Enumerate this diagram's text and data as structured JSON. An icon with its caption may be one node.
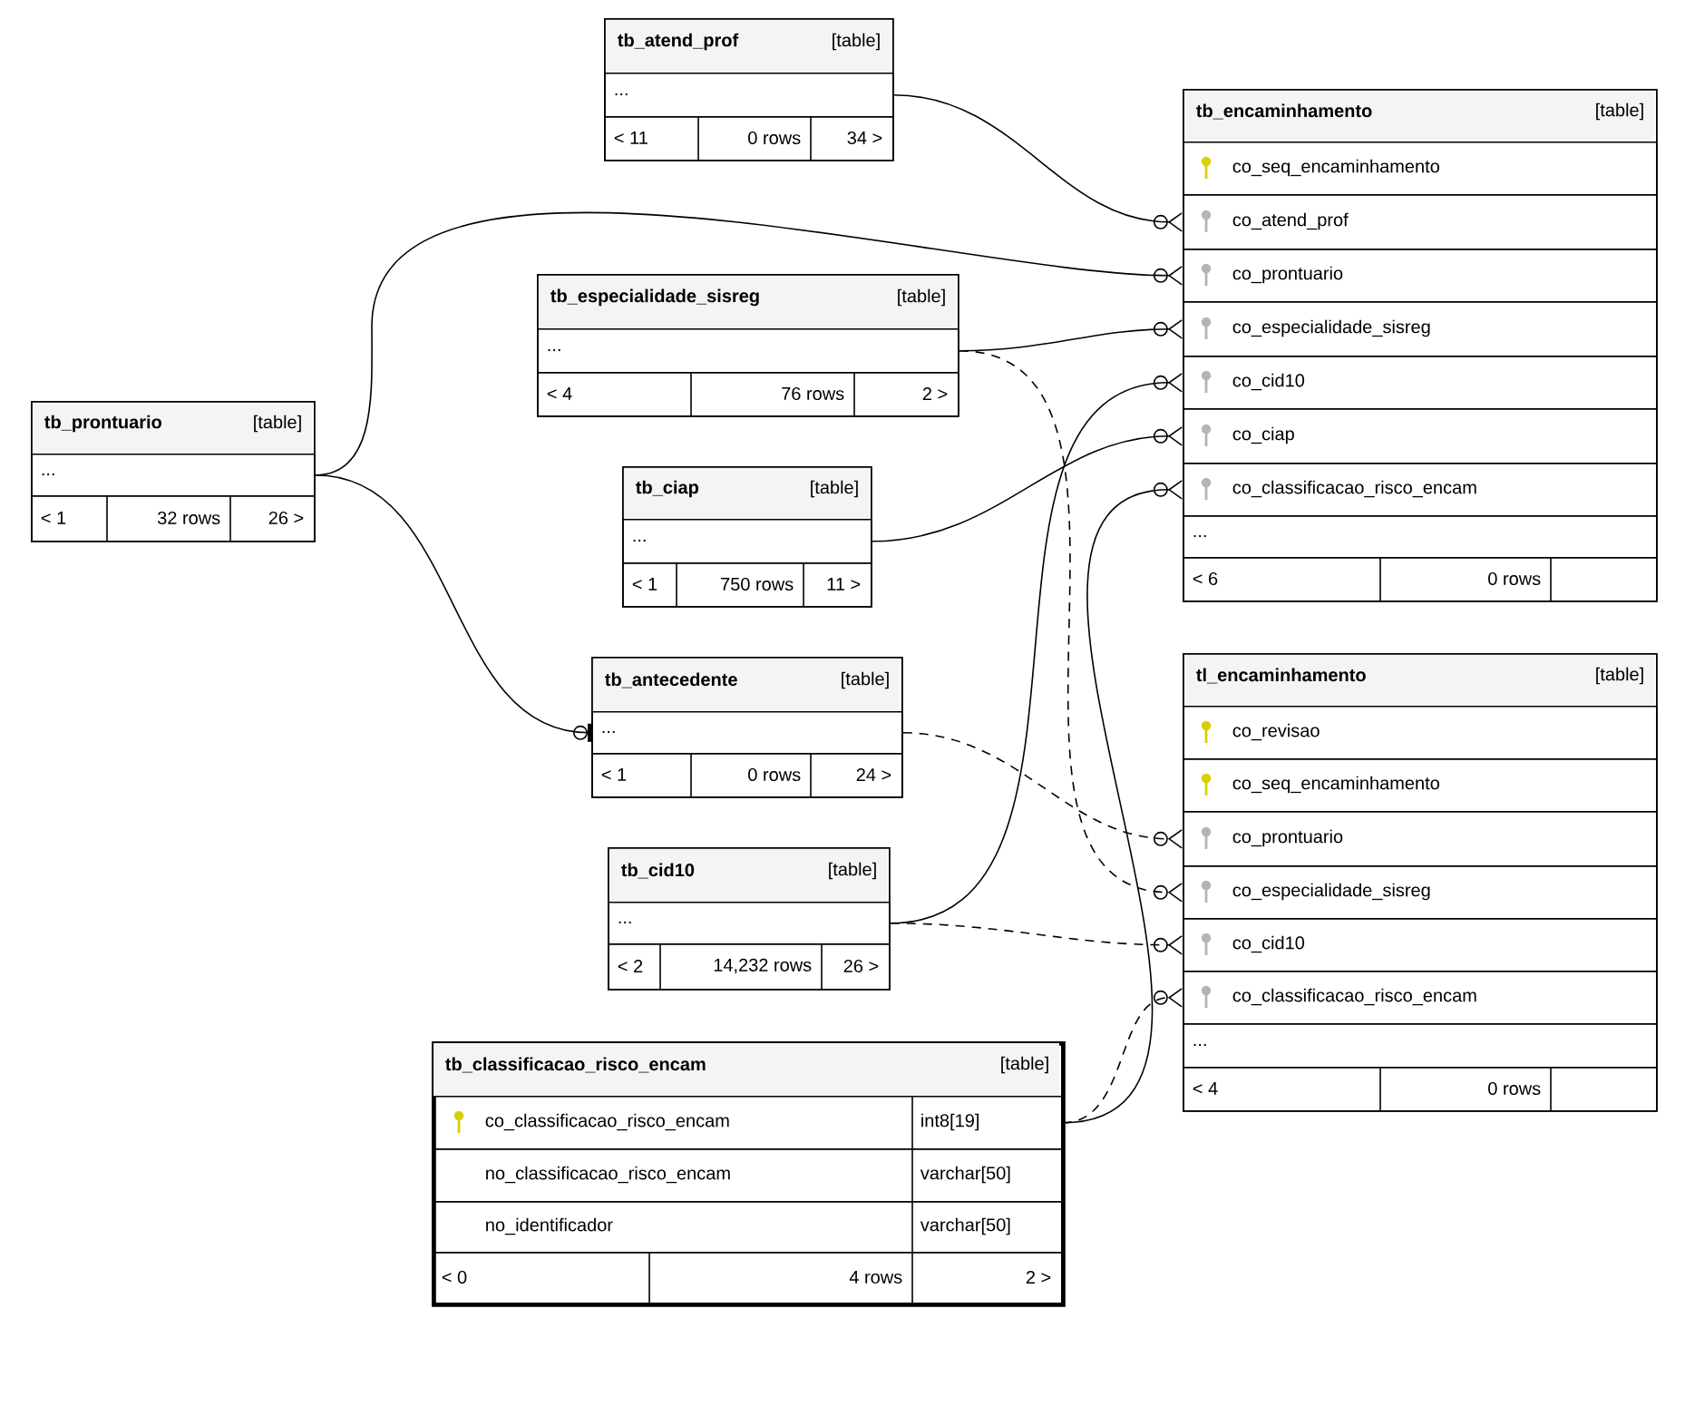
{
  "diagram": {
    "nodes": [
      {
        "text": [
          "tb_atend_prof",
          "[table]"
        ]
      },
      {
        "text": [
          "..."
        ],
        "in": 0
      },
      {
        "text": [
          "< 11",
          "0 rows",
          "34 >"
        ],
        "in": 0
      },
      {
        "text": [
          "tb_encaminhamento",
          "[table]"
        ]
      },
      {
        "text": [
          "co_seq_encaminhamento"
        ],
        "in": 3
      },
      {
        "text": [
          "co_atend_prof"
        ],
        "in": 3
      },
      {
        "text": [
          "co_prontuario"
        ],
        "in": 3
      },
      {
        "text": [
          "co_especialidade_sisreg"
        ],
        "in": 3
      },
      {
        "text": [
          "co_cid10"
        ],
        "in": 3
      },
      {
        "text": [
          "co_ciap"
        ],
        "in": 3
      },
      {
        "text": [
          "co_classificacao_risco_encam"
        ],
        "in": 3
      },
      {
        "text": [
          "..."
        ],
        "in": 3
      },
      {
        "text": [
          "< 6",
          "0 rows"
        ],
        "in": 3
      },
      {
        "text": [
          "tb_especialidade_sisreg",
          "[table]"
        ]
      },
      {
        "text": [
          "..."
        ],
        "in": 13
      },
      {
        "text": [
          "< 4",
          "76 rows",
          "2 >"
        ],
        "in": 13
      },
      {
        "text": [
          "tb_prontuario",
          "[table]"
        ]
      },
      {
        "text": [
          "..."
        ],
        "in": 16
      },
      {
        "text": [
          "< 1",
          "32 rows",
          "26 >"
        ],
        "in": 16
      },
      {
        "text": [
          "tb_ciap",
          "[table]"
        ]
      },
      {
        "text": [
          "..."
        ],
        "in": 19
      },
      {
        "text": [
          "< 1",
          "750 rows",
          "11 >"
        ],
        "in": 19
      },
      {
        "text": [
          "tb_antecedente",
          "[table]"
        ]
      },
      {
        "text": [
          "..."
        ],
        "in": 22
      },
      {
        "text": [
          "< 1",
          "0 rows",
          "24 >"
        ],
        "in": 22
      },
      {
        "text": [
          "tl_encaminhamento",
          "[table]"
        ]
      },
      {
        "text": [
          "co_revisao"
        ],
        "in": 25
      },
      {
        "text": [
          "co_seq_encaminhamento"
        ],
        "in": 25
      },
      {
        "text": [
          "co_prontuario"
        ],
        "in": 25
      },
      {
        "text": [
          "co_especialidade_sisreg"
        ],
        "in": 25
      },
      {
        "text": [
          "co_cid10"
        ],
        "in": 25
      },
      {
        "text": [
          "co_classificacao_risco_encam"
        ],
        "in": 25
      },
      {
        "text": [
          "..."
        ],
        "in": 25
      },
      {
        "text": [
          "< 4",
          "0 rows"
        ],
        "in": 25
      },
      {
        "text": [
          "tb_cid10",
          "[table]"
        ]
      },
      {
        "text": [
          "..."
        ],
        "in": 34
      },
      {
        "text": [
          "< 2",
          "14,232 rows",
          "26 >"
        ],
        "in": 34
      },
      {
        "text": [
          "tb_classificacao_risco_encam",
          "[table]"
        ]
      },
      {
        "text": [
          "co_classificacao_risco_encam",
          "int8[19]"
        ],
        "in": 37
      },
      {
        "text": [
          "no_classificacao_risco_encam",
          "varchar[50]"
        ],
        "in": 37
      },
      {
        "text": [
          "no_identificador",
          "varchar[50]"
        ],
        "in": 37
      },
      {
        "text": [
          "< 0",
          "4 rows",
          "2 >"
        ],
        "in": 37
      }
    ],
    "edges": [
      {
        "from": 1,
        "to": 5,
        "arrow": "other"
      },
      {
        "from": 17,
        "to": 6,
        "arrow": "other"
      },
      {
        "from": 14,
        "to": 7,
        "arrow": "other"
      },
      {
        "from": 35,
        "to": 8,
        "arrow": "other"
      },
      {
        "from": 20,
        "to": 9,
        "arrow": "other"
      },
      {
        "from": 38,
        "to": 10,
        "arrow": "other"
      },
      {
        "from": 17,
        "to": 23,
        "arrow": "other"
      },
      {
        "from": 23,
        "to": 28,
        "arrow": "other",
        "style": "dashed"
      },
      {
        "from": 14,
        "to": 29,
        "arrow": "other",
        "style": "dashed"
      },
      {
        "from": 35,
        "to": 30,
        "arrow": "other",
        "style": "dashed"
      },
      {
        "from": 38,
        "to": 31,
        "arrow": "other",
        "style": "dashed"
      }
    ]
  }
}
